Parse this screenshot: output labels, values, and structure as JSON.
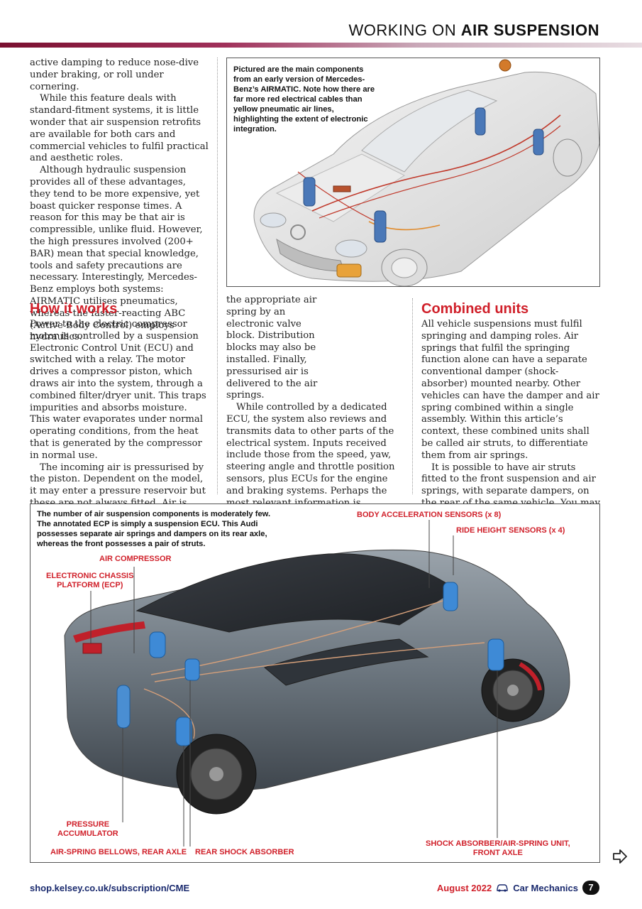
{
  "header": {
    "title_regular": "WORKING ON",
    "title_bold": "AIR SUSPENSION"
  },
  "col1": {
    "paragraphs": [
      "active damping to reduce nose-dive under braking, or roll under cornering.",
      "While this feature deals with standard-fitment systems, it is little wonder that air suspension retrofits are available for both cars and commercial vehicles to fulfil practical and aesthetic roles.",
      "Although hydraulic suspension provides all of these advantages, they tend to be more expensive, yet boast quicker response times. A reason for this may be that air is compressible, unlike fluid. However, the high pressures involved (200+ BAR) mean that special knowledge, tools and safety precautions are necessary. Interestingly, Mercedes-Benz employs both systems: AIRMATIC utilises pneumatics, whereas the faster-reacting ABC (Active Body Control) employs hydraulics."
    ]
  },
  "how_it_works": {
    "heading": "How it works",
    "col1_paragraphs": [
      "Power to the electric compressor motor is controlled by a suspension Electronic Control Unit (ECU) and switched with a relay. The motor drives a compressor piston, which draws air into the system, through a combined filter/dryer unit. This traps impurities and absorbs moisture. This water evaporates under normal operating conditions, from the heat that is generated by the compressor in normal use.",
      "The incoming air is pressurised by the piston. Dependent on the model, it may enter a pressure reservoir but these are not always fitted. Air is then directed to"
    ],
    "col2_paragraphs": [
      "the appropriate air spring by an electronic valve block. Distribution blocks may also be installed. Finally, pressurised air is delivered to the air springs.",
      "While controlled by a dedicated ECU, the system also reviews and transmits data to other parts of the electrical system. Inputs received include those from the speed, yaw, steering angle and throttle position sensors, plus ECUs for the engine and braking systems. Perhaps the most relevant information is produced by the electrical ride height sensors, which are connected physically to the suspension that send varying voltages to the suspension ECU."
    ]
  },
  "combined_units": {
    "heading": "Combined units",
    "paragraphs": [
      "All vehicle suspensions must fulfil springing and damping roles. Air springs that fulfil the springing function alone can have a separate conventional damper (shock-absorber) mounted nearby. Other vehicles can have the damper and air spring combined within a single assembly. Within this article’s context, these combined units shall be called air struts, to differentiate them from air springs.",
      "It is possible to have air struts fitted to the front suspension and air springs, with separate dampers, on the rear of the same vehicle. You may also encounter four-corner air strut arrangements. Dependent"
    ]
  },
  "figure1": {
    "caption": "Pictured are the main components from an early version of Mercedes-Benz’s AIRMATIC. Note how there are far more red electrical cables than yellow pneumatic air lines, highlighting the extent of electronic integration."
  },
  "figure2": {
    "caption": "The number of air suspension components is moderately few. The annotated ECP is simply a suspension ECU. This Audi possesses separate air springs and dampers on its rear axle, whereas the front possesses a pair of struts.",
    "labels": {
      "air_compressor": "AIR COMPRESSOR",
      "ecp": "ELECTRONIC CHASSIS\nPLATFORM (ECP)",
      "body_accel": "BODY ACCELERATION SENSORS (x 8)",
      "ride_height": "RIDE HEIGHT SENSORS (x 4)",
      "pressure_acc": "PRESSURE\nACCUMULATOR",
      "air_spring_bellows": "AIR-SPRING BELLOWS, REAR AXLE",
      "rear_shock": "REAR SHOCK ABSORBER",
      "shock_air_unit": "SHOCK ABSORBER/AIR-SPRING UNIT,\nFRONT AXLE"
    }
  },
  "footer": {
    "url": "shop.kelsey.co.uk/subscription/CME",
    "issue": "August 2022",
    "brand": "Car Mechanics",
    "page_number": "7"
  },
  "colors": {
    "accent_red": "#d0202a",
    "navy": "#1a2a6e"
  }
}
